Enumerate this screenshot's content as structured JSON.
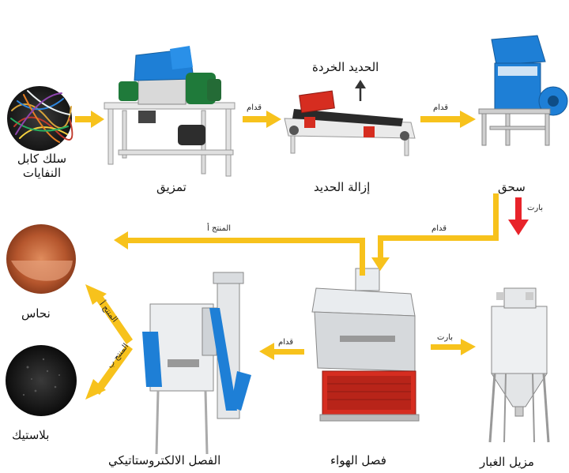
{
  "stages": {
    "waste_cable": "سلك كابل النفايات",
    "shredding": "تمزيق",
    "iron_removal": "إزالة الحديد",
    "scrap_iron": "الحديد الخردة",
    "crushing": "سحق",
    "air_separation": "فصل الهواء",
    "dust_collector": "مزيل الغبار",
    "electrostatic_separation": "الفصل الالكتروستاتيكي",
    "copper": "نحاس",
    "plastic": "بلاستيك"
  },
  "arrow_labels": {
    "feed_1": "قدام",
    "feed_2": "قدام",
    "feed_3": "قدام",
    "feed_4": "قدام",
    "bart_1": "بارت",
    "bart_2": "بارت",
    "product_a": "المنتج أ",
    "product_a2": "المنتج أ",
    "product_b": "المنتج ب"
  },
  "colors": {
    "arrow_yellow": "#f7c21c",
    "arrow_red": "#e8232a",
    "machine_blue": "#1e7fd6",
    "machine_green": "#1f7a3a",
    "machine_white": "#e9ecef",
    "machine_red": "#d62d20",
    "copper": "#c4683c",
    "plastic": "#1b1b1b"
  }
}
